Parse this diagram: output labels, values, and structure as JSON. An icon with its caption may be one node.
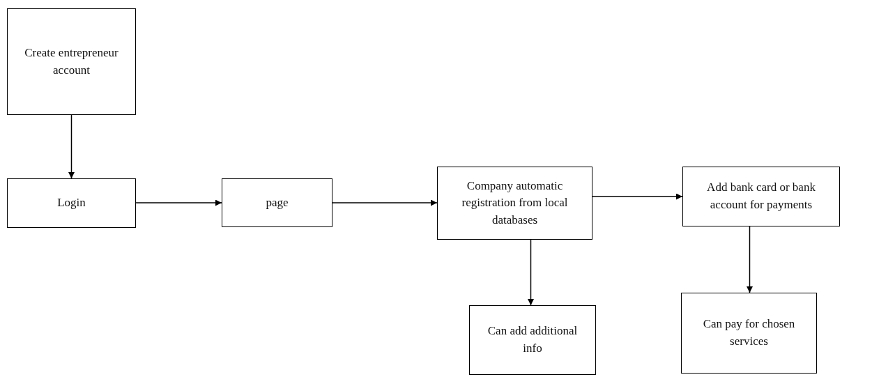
{
  "diagram": {
    "nodes": [
      {
        "text": [
          "Create entrepreneur account"
        ]
      },
      {
        "text": [
          "Login"
        ]
      },
      {
        "text": [
          "page"
        ]
      },
      {
        "text": [
          "Company automatic registration from local databases"
        ]
      },
      {
        "text": [
          "Add bank card or bank account for payments"
        ]
      },
      {
        "text": [
          "Can add additional info"
        ]
      },
      {
        "text": [
          "Can pay for chosen services"
        ]
      }
    ],
    "edges": [
      {
        "from": 0,
        "to": 1,
        "arrow": "to"
      },
      {
        "from": 1,
        "to": 2,
        "arrow": "to"
      },
      {
        "from": 2,
        "to": 3,
        "arrow": "to"
      },
      {
        "from": 3,
        "to": 4,
        "arrow": "to"
      },
      {
        "from": 3,
        "to": 5,
        "arrow": "to"
      },
      {
        "from": 4,
        "to": 6,
        "arrow": "to"
      }
    ]
  }
}
